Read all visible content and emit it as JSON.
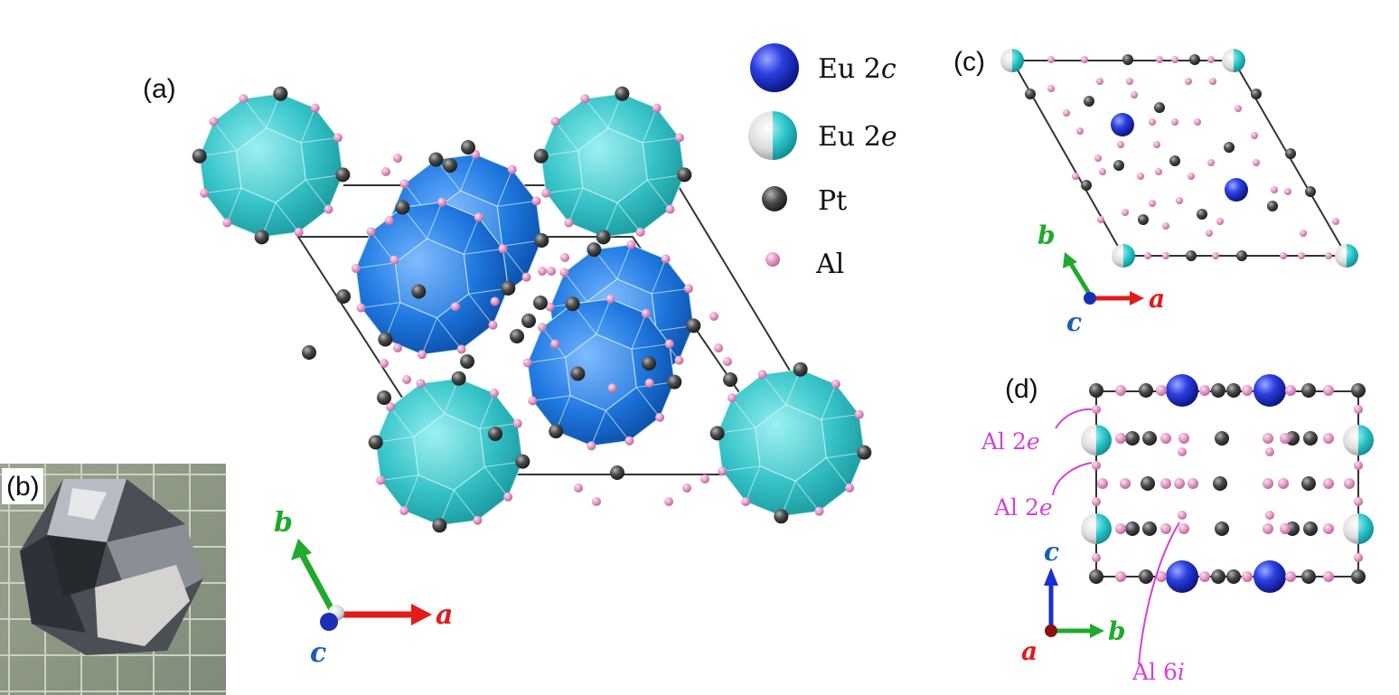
{
  "panels": {
    "a": "(a)",
    "b": "(b)",
    "c": "(c)",
    "d": "(d)"
  },
  "legend": [
    {
      "element": "Eu",
      "site": "2",
      "wyckoff": "c",
      "color": "#1f35d0"
    },
    {
      "element": "Eu",
      "site": "2",
      "wyckoff": "e",
      "color": "#27c4c8"
    },
    {
      "element": "Pt",
      "site": "",
      "wyckoff": "",
      "color": "#4a4a4a"
    },
    {
      "element": "Al",
      "site": "",
      "wyckoff": "",
      "color": "#e49ac8"
    }
  ],
  "axes": {
    "a": {
      "label": "a",
      "color": "#e21b1b"
    },
    "b": {
      "label": "b",
      "color": "#1faa2d"
    },
    "c": {
      "label": "c",
      "color": "#1a5fb4"
    }
  },
  "annotations": {
    "al2e_top": {
      "element": "Al",
      "site": "2",
      "wyckoff": "e"
    },
    "al2e_bottom": {
      "element": "Al",
      "site": "2",
      "wyckoff": "e"
    },
    "al6i": {
      "element": "Al",
      "site": "6",
      "wyckoff": "i"
    },
    "color": "#d63fd6"
  },
  "colors": {
    "eu2c_poly": "#1e78e0",
    "eu2e_poly": "#35c2c8",
    "pt": "#4a4a4a",
    "al": "#e49ac8"
  }
}
